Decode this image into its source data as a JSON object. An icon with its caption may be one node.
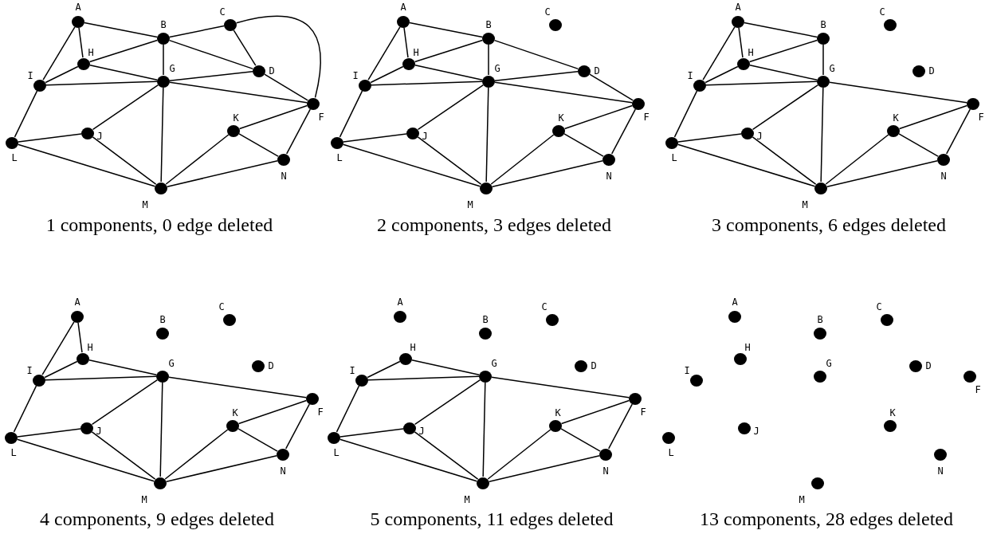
{
  "diagram": {
    "nodes": [
      {
        "text": [],
        "shape": "circle",
        "beside": [
          "A"
        ]
      },
      {
        "text": [],
        "shape": "circle",
        "beside": [
          "B"
        ]
      },
      {
        "text": [],
        "shape": "circle",
        "beside": [
          "C"
        ]
      },
      {
        "text": [],
        "shape": "circle",
        "beside": [
          "D"
        ]
      },
      {
        "text": [],
        "shape": "circle",
        "beside": [
          "F"
        ]
      },
      {
        "text": [],
        "shape": "circle",
        "beside": [
          "G"
        ]
      },
      {
        "text": [],
        "shape": "circle",
        "beside": [
          "H"
        ]
      },
      {
        "text": [],
        "shape": "circle",
        "beside": [
          "I"
        ]
      },
      {
        "text": [],
        "shape": "circle",
        "beside": [
          "J"
        ]
      },
      {
        "text": [],
        "shape": "circle",
        "beside": [
          "K"
        ]
      },
      {
        "text": [],
        "shape": "circle",
        "beside": [
          "L"
        ]
      },
      {
        "text": [],
        "shape": "circle",
        "beside": [
          "M"
        ]
      },
      {
        "text": [],
        "shape": "circle",
        "beside": [
          "N"
        ]
      },
      {
        "text": [],
        "shape": "circle",
        "beside": [
          "A"
        ]
      },
      {
        "text": [],
        "shape": "circle",
        "beside": [
          "B"
        ]
      },
      {
        "text": [],
        "shape": "circle",
        "beside": [
          "C"
        ]
      },
      {
        "text": [],
        "shape": "circle",
        "beside": [
          "D"
        ]
      },
      {
        "text": [],
        "shape": "circle",
        "beside": [
          "F"
        ]
      },
      {
        "text": [],
        "shape": "circle",
        "beside": [
          "G"
        ]
      },
      {
        "text": [],
        "shape": "circle",
        "beside": [
          "H"
        ]
      },
      {
        "text": [],
        "shape": "circle",
        "beside": [
          "I"
        ]
      },
      {
        "text": [],
        "shape": "circle",
        "beside": [
          "J"
        ]
      },
      {
        "text": [],
        "shape": "circle",
        "beside": [
          "K"
        ]
      },
      {
        "text": [],
        "shape": "circle",
        "beside": [
          "L"
        ]
      },
      {
        "text": [],
        "shape": "circle",
        "beside": [
          "M"
        ]
      },
      {
        "text": [],
        "shape": "circle",
        "beside": [
          "N"
        ]
      },
      {
        "text": [],
        "shape": "circle",
        "beside": [
          "A"
        ]
      },
      {
        "text": [],
        "shape": "circle",
        "beside": [
          "B"
        ]
      },
      {
        "text": [],
        "shape": "circle",
        "beside": [
          "C"
        ]
      },
      {
        "text": [],
        "shape": "circle",
        "beside": [
          "D"
        ]
      },
      {
        "text": [],
        "shape": "circle",
        "beside": [
          "F"
        ]
      },
      {
        "text": [],
        "shape": "circle",
        "beside": [
          "G"
        ]
      },
      {
        "text": [],
        "shape": "circle",
        "beside": [
          "H"
        ]
      },
      {
        "text": [],
        "shape": "circle",
        "beside": [
          "I"
        ]
      },
      {
        "text": [],
        "shape": "circle",
        "beside": [
          "J"
        ]
      },
      {
        "text": [],
        "shape": "circle",
        "beside": [
          "K"
        ]
      },
      {
        "text": [],
        "shape": "circle",
        "beside": [
          "L"
        ]
      },
      {
        "text": [],
        "shape": "circle",
        "beside": [
          "M"
        ]
      },
      {
        "text": [],
        "shape": "circle",
        "beside": [
          "N"
        ]
      },
      {
        "text": [],
        "shape": "circle",
        "beside": [
          "A"
        ]
      },
      {
        "text": [],
        "shape": "circle",
        "beside": [
          "B"
        ]
      },
      {
        "text": [],
        "shape": "circle",
        "beside": [
          "C"
        ]
      },
      {
        "text": [],
        "shape": "circle",
        "beside": [
          "D"
        ]
      },
      {
        "text": [],
        "shape": "circle",
        "beside": [
          "F"
        ]
      },
      {
        "text": [],
        "shape": "circle",
        "beside": [
          "G"
        ]
      },
      {
        "text": [],
        "shape": "circle",
        "beside": [
          "H"
        ]
      },
      {
        "text": [],
        "shape": "circle",
        "beside": [
          "I"
        ]
      },
      {
        "text": [],
        "shape": "circle",
        "beside": [
          "J"
        ]
      },
      {
        "text": [],
        "shape": "circle",
        "beside": [
          "K"
        ]
      },
      {
        "text": [],
        "shape": "circle",
        "beside": [
          "L"
        ]
      },
      {
        "text": [],
        "shape": "circle",
        "beside": [
          "M"
        ]
      },
      {
        "text": [],
        "shape": "circle",
        "beside": [
          "N"
        ]
      },
      {
        "text": [],
        "shape": "circle",
        "beside": [
          "A"
        ]
      },
      {
        "text": [],
        "shape": "circle",
        "beside": [
          "B"
        ]
      },
      {
        "text": [],
        "shape": "circle",
        "beside": [
          "C"
        ]
      },
      {
        "text": [],
        "shape": "circle",
        "beside": [
          "D"
        ]
      },
      {
        "text": [],
        "shape": "circle",
        "beside": [
          "F"
        ]
      },
      {
        "text": [],
        "shape": "circle",
        "beside": [
          "G"
        ]
      },
      {
        "text": [],
        "shape": "circle",
        "beside": [
          "H"
        ]
      },
      {
        "text": [],
        "shape": "circle",
        "beside": [
          "I"
        ]
      },
      {
        "text": [],
        "shape": "circle",
        "beside": [
          "J"
        ]
      },
      {
        "text": [],
        "shape": "circle",
        "beside": [
          "K"
        ]
      },
      {
        "text": [],
        "shape": "circle",
        "beside": [
          "L"
        ]
      },
      {
        "text": [],
        "shape": "circle",
        "beside": [
          "M"
        ]
      },
      {
        "text": [],
        "shape": "circle",
        "beside": [
          "N"
        ]
      },
      {
        "text": [],
        "shape": "circle",
        "beside": [
          "A"
        ]
      },
      {
        "text": [],
        "shape": "circle",
        "beside": [
          "B"
        ]
      },
      {
        "text": [],
        "shape": "circle",
        "beside": [
          "C"
        ]
      },
      {
        "text": [],
        "shape": "circle",
        "beside": [
          "D"
        ]
      },
      {
        "text": [],
        "shape": "circle",
        "beside": [
          "F"
        ]
      },
      {
        "text": [],
        "shape": "circle",
        "beside": [
          "G"
        ]
      },
      {
        "text": [],
        "shape": "circle",
        "beside": [
          "H"
        ]
      },
      {
        "text": [],
        "shape": "circle",
        "beside": [
          "I"
        ]
      },
      {
        "text": [],
        "shape": "circle",
        "beside": [
          "J"
        ]
      },
      {
        "text": [],
        "shape": "circle",
        "beside": [
          "K"
        ]
      },
      {
        "text": [],
        "shape": "circle",
        "beside": [
          "L"
        ]
      },
      {
        "text": [],
        "shape": "circle",
        "beside": [
          "M"
        ]
      },
      {
        "text": [],
        "shape": "circle",
        "beside": [
          "N"
        ]
      }
    ],
    "edges": [
      {
        "from": 0,
        "to": 1,
        "arrow": "none"
      },
      {
        "from": 0,
        "to": 6,
        "arrow": "none"
      },
      {
        "from": 0,
        "to": 7,
        "arrow": "none"
      },
      {
        "from": 1,
        "to": 2,
        "arrow": "none"
      },
      {
        "from": 1,
        "to": 6,
        "arrow": "none"
      },
      {
        "from": 1,
        "to": 5,
        "arrow": "none"
      },
      {
        "from": 1,
        "to": 3,
        "arrow": "none"
      },
      {
        "from": 2,
        "to": 3,
        "arrow": "none"
      },
      {
        "from": 2,
        "to": 4,
        "arrow": "none"
      },
      {
        "from": 6,
        "to": 7,
        "arrow": "none"
      },
      {
        "from": 6,
        "to": 5,
        "arrow": "none"
      },
      {
        "from": 7,
        "to": 5,
        "arrow": "none"
      },
      {
        "from": 5,
        "to": 3,
        "arrow": "none"
      },
      {
        "from": 5,
        "to": 4,
        "arrow": "none"
      },
      {
        "from": 3,
        "to": 4,
        "arrow": "none"
      },
      {
        "from": 5,
        "to": 8,
        "arrow": "none"
      },
      {
        "from": 5,
        "to": 11,
        "arrow": "none"
      },
      {
        "from": 7,
        "to": 10,
        "arrow": "none"
      },
      {
        "from": 10,
        "to": 8,
        "arrow": "none"
      },
      {
        "from": 10,
        "to": 11,
        "arrow": "none"
      },
      {
        "from": 8,
        "to": 11,
        "arrow": "none"
      },
      {
        "from": 11,
        "to": 9,
        "arrow": "none"
      },
      {
        "from": 9,
        "to": 4,
        "arrow": "none"
      },
      {
        "from": 9,
        "to": 12,
        "arrow": "none"
      },
      {
        "from": 11,
        "to": 12,
        "arrow": "none"
      },
      {
        "from": 12,
        "to": 4,
        "arrow": "none"
      },
      {
        "from": 13,
        "to": 14,
        "arrow": "none"
      },
      {
        "from": 13,
        "to": 19,
        "arrow": "none"
      },
      {
        "from": 13,
        "to": 20,
        "arrow": "none"
      },
      {
        "from": 14,
        "to": 19,
        "arrow": "none"
      },
      {
        "from": 14,
        "to": 18,
        "arrow": "none"
      },
      {
        "from": 14,
        "to": 16,
        "arrow": "none"
      },
      {
        "from": 19,
        "to": 20,
        "arrow": "none"
      },
      {
        "from": 19,
        "to": 18,
        "arrow": "none"
      },
      {
        "from": 20,
        "to": 18,
        "arrow": "none"
      },
      {
        "from": 18,
        "to": 16,
        "arrow": "none"
      },
      {
        "from": 18,
        "to": 17,
        "arrow": "none"
      },
      {
        "from": 16,
        "to": 17,
        "arrow": "none"
      },
      {
        "from": 18,
        "to": 21,
        "arrow": "none"
      },
      {
        "from": 18,
        "to": 24,
        "arrow": "none"
      },
      {
        "from": 20,
        "to": 23,
        "arrow": "none"
      },
      {
        "from": 23,
        "to": 21,
        "arrow": "none"
      },
      {
        "from": 23,
        "to": 24,
        "arrow": "none"
      },
      {
        "from": 21,
        "to": 24,
        "arrow": "none"
      },
      {
        "from": 24,
        "to": 22,
        "arrow": "none"
      },
      {
        "from": 22,
        "to": 17,
        "arrow": "none"
      },
      {
        "from": 22,
        "to": 25,
        "arrow": "none"
      },
      {
        "from": 24,
        "to": 25,
        "arrow": "none"
      },
      {
        "from": 25,
        "to": 17,
        "arrow": "none"
      },
      {
        "from": 26,
        "to": 27,
        "arrow": "none"
      },
      {
        "from": 26,
        "to": 32,
        "arrow": "none"
      },
      {
        "from": 26,
        "to": 33,
        "arrow": "none"
      },
      {
        "from": 27,
        "to": 32,
        "arrow": "none"
      },
      {
        "from": 27,
        "to": 31,
        "arrow": "none"
      },
      {
        "from": 32,
        "to": 33,
        "arrow": "none"
      },
      {
        "from": 32,
        "to": 31,
        "arrow": "none"
      },
      {
        "from": 33,
        "to": 31,
        "arrow": "none"
      },
      {
        "from": 31,
        "to": 30,
        "arrow": "none"
      },
      {
        "from": 31,
        "to": 34,
        "arrow": "none"
      },
      {
        "from": 31,
        "to": 37,
        "arrow": "none"
      },
      {
        "from": 33,
        "to": 36,
        "arrow": "none"
      },
      {
        "from": 36,
        "to": 34,
        "arrow": "none"
      },
      {
        "from": 36,
        "to": 37,
        "arrow": "none"
      },
      {
        "from": 34,
        "to": 37,
        "arrow": "none"
      },
      {
        "from": 37,
        "to": 35,
        "arrow": "none"
      },
      {
        "from": 35,
        "to": 30,
        "arrow": "none"
      },
      {
        "from": 35,
        "to": 38,
        "arrow": "none"
      },
      {
        "from": 37,
        "to": 38,
        "arrow": "none"
      },
      {
        "from": 38,
        "to": 30,
        "arrow": "none"
      },
      {
        "from": 39,
        "to": 45,
        "arrow": "none"
      },
      {
        "from": 39,
        "to": 46,
        "arrow": "none"
      },
      {
        "from": 45,
        "to": 46,
        "arrow": "none"
      },
      {
        "from": 45,
        "to": 44,
        "arrow": "none"
      },
      {
        "from": 46,
        "to": 44,
        "arrow": "none"
      },
      {
        "from": 44,
        "to": 43,
        "arrow": "none"
      },
      {
        "from": 44,
        "to": 47,
        "arrow": "none"
      },
      {
        "from": 44,
        "to": 50,
        "arrow": "none"
      },
      {
        "from": 46,
        "to": 49,
        "arrow": "none"
      },
      {
        "from": 49,
        "to": 47,
        "arrow": "none"
      },
      {
        "from": 49,
        "to": 50,
        "arrow": "none"
      },
      {
        "from": 47,
        "to": 50,
        "arrow": "none"
      },
      {
        "from": 50,
        "to": 48,
        "arrow": "none"
      },
      {
        "from": 48,
        "to": 43,
        "arrow": "none"
      },
      {
        "from": 48,
        "to": 51,
        "arrow": "none"
      },
      {
        "from": 50,
        "to": 51,
        "arrow": "none"
      },
      {
        "from": 51,
        "to": 43,
        "arrow": "none"
      },
      {
        "from": 58,
        "to": 59,
        "arrow": "none"
      },
      {
        "from": 58,
        "to": 57,
        "arrow": "none"
      },
      {
        "from": 59,
        "to": 57,
        "arrow": "none"
      },
      {
        "from": 57,
        "to": 56,
        "arrow": "none"
      },
      {
        "from": 57,
        "to": 60,
        "arrow": "none"
      },
      {
        "from": 57,
        "to": 63,
        "arrow": "none"
      },
      {
        "from": 59,
        "to": 62,
        "arrow": "none"
      },
      {
        "from": 62,
        "to": 60,
        "arrow": "none"
      },
      {
        "from": 62,
        "to": 63,
        "arrow": "none"
      },
      {
        "from": 60,
        "to": 63,
        "arrow": "none"
      },
      {
        "from": 63,
        "to": 61,
        "arrow": "none"
      },
      {
        "from": 61,
        "to": 56,
        "arrow": "none"
      },
      {
        "from": 61,
        "to": 64,
        "arrow": "none"
      },
      {
        "from": 63,
        "to": 64,
        "arrow": "none"
      },
      {
        "from": 64,
        "to": 56,
        "arrow": "none"
      }
    ],
    "labels": [
      "1 components, 0 edge deleted",
      "2 components, 3 edges deleted",
      "3 components, 6 edges deleted",
      "4 components, 9 edges deleted",
      "5 components, 11 edges deleted",
      "13 components, 28 edges deleted"
    ]
  }
}
